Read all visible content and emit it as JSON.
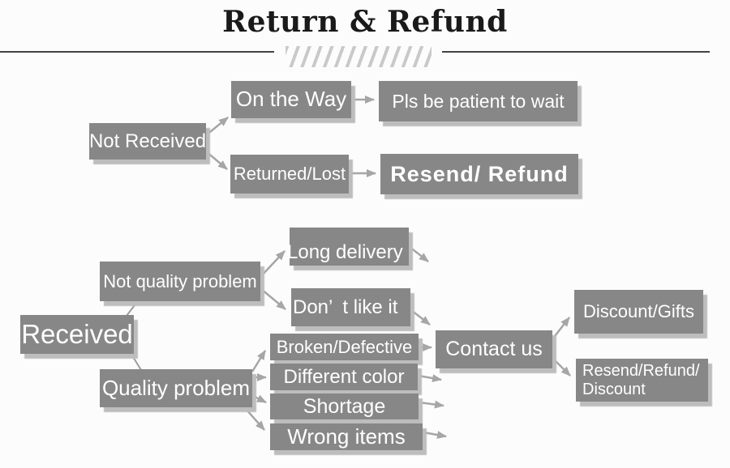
{
  "title": "Return & Refund",
  "nodes": {
    "not_received": "Not Received",
    "on_the_way": "On the Way",
    "pls_be_patient": "Pls be patient to wait",
    "returned_lost": "Returned/Lost",
    "resend_refund": "Resend/ Refund",
    "received": "Received",
    "not_quality_problem": "Not quality problem",
    "long_delivery": "Long delivery",
    "dont_like_it": "Don’ t like it",
    "quality_problem": "Quality problem",
    "broken_defective": "Broken/Defective",
    "different_color": "Different color",
    "shortage": "Shortage",
    "wrong_items": "Wrong items",
    "contact_us": "Contact us",
    "discount_gifts": "Discount/Gifts",
    "resend_refund_discount_line1": "Resend/Refund/",
    "resend_refund_discount_line2": "Discount"
  },
  "colors": {
    "box_bg": "#878787",
    "box_text": "#ffffff",
    "connector": "#a6a6a6",
    "thin_line": "#9c9c9c",
    "shadow": "#bdbdbd",
    "title": "#1a1a1a",
    "rule": "#424242",
    "slash": "#c9c9c9",
    "background": "#fcfcfc"
  }
}
